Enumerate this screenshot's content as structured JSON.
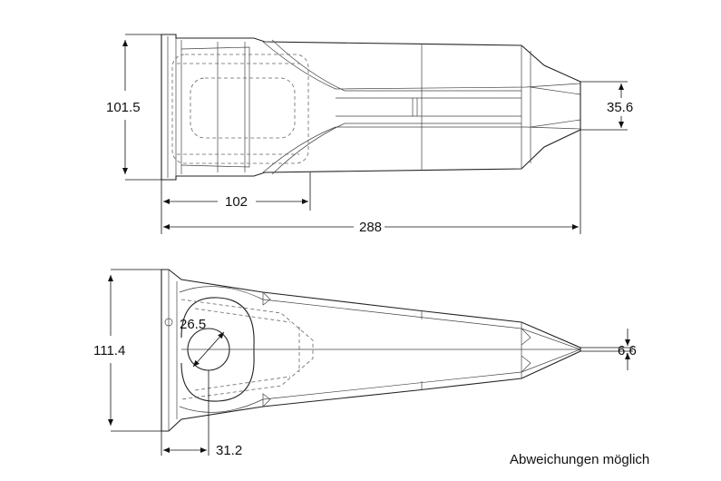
{
  "drawing": {
    "views": [
      {
        "name": "top-view",
        "dimensions": {
          "height": "101.5",
          "tip_height": "35.6",
          "pocket_length": "102",
          "overall_length": "288"
        }
      },
      {
        "name": "side-view",
        "dimensions": {
          "height": "111.4",
          "tip_height": "6.6",
          "pin_hole_diameter": "26.5",
          "pin_offset": "31.2"
        }
      }
    ],
    "note": "Abweichungen möglich"
  }
}
